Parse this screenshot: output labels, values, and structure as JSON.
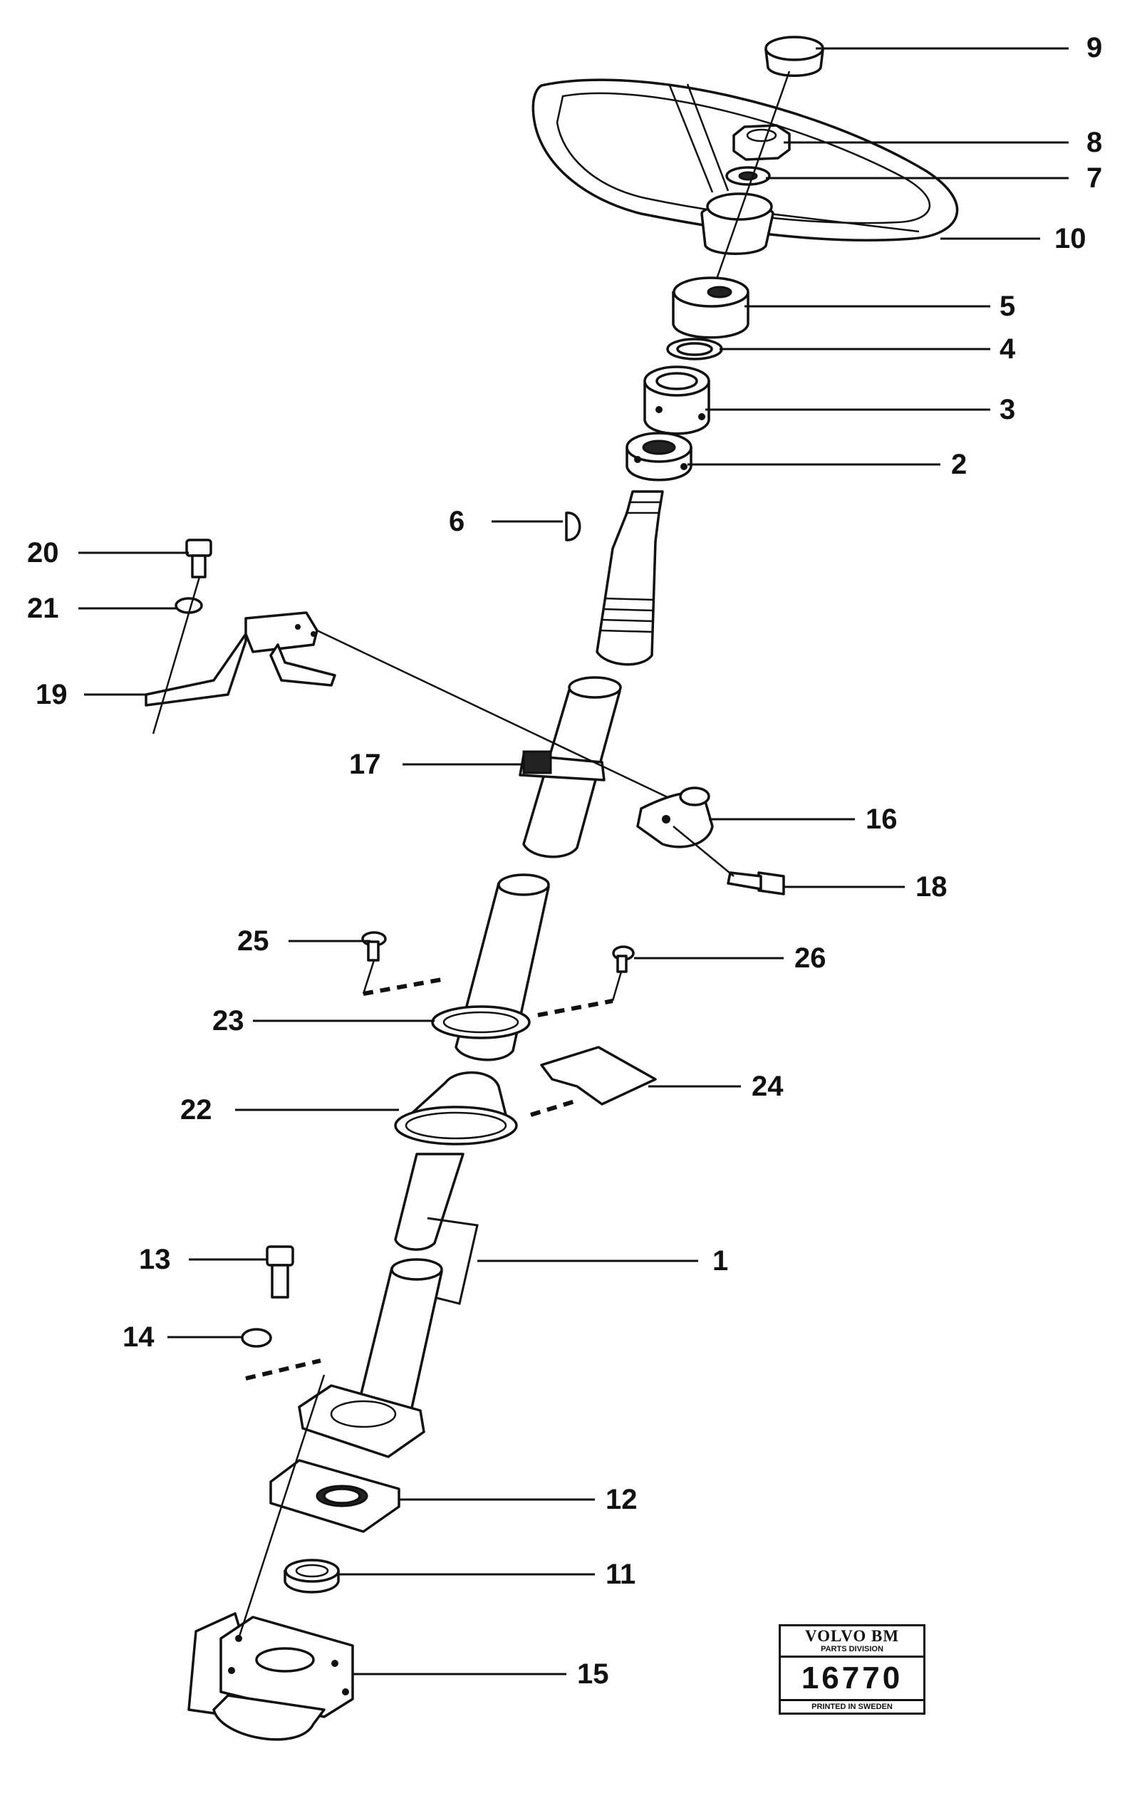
{
  "labels": {
    "p1": "1",
    "p2": "2",
    "p3": "3",
    "p4": "4",
    "p5": "5",
    "p6": "6",
    "p7": "7",
    "p8": "8",
    "p9": "9",
    "p10": "10",
    "p11": "11",
    "p12": "12",
    "p13": "13",
    "p14": "14",
    "p15": "15",
    "p16": "16",
    "p17": "17",
    "p18": "18",
    "p19": "19",
    "p20": "20",
    "p21": "21",
    "p22": "22",
    "p23": "23",
    "p24": "24",
    "p25": "25",
    "p26": "26"
  },
  "stamp": {
    "brand": "VOLVO BM",
    "division": "PARTS DIVISION",
    "number": "16770",
    "printed": "PRINTED IN SWEDEN"
  }
}
